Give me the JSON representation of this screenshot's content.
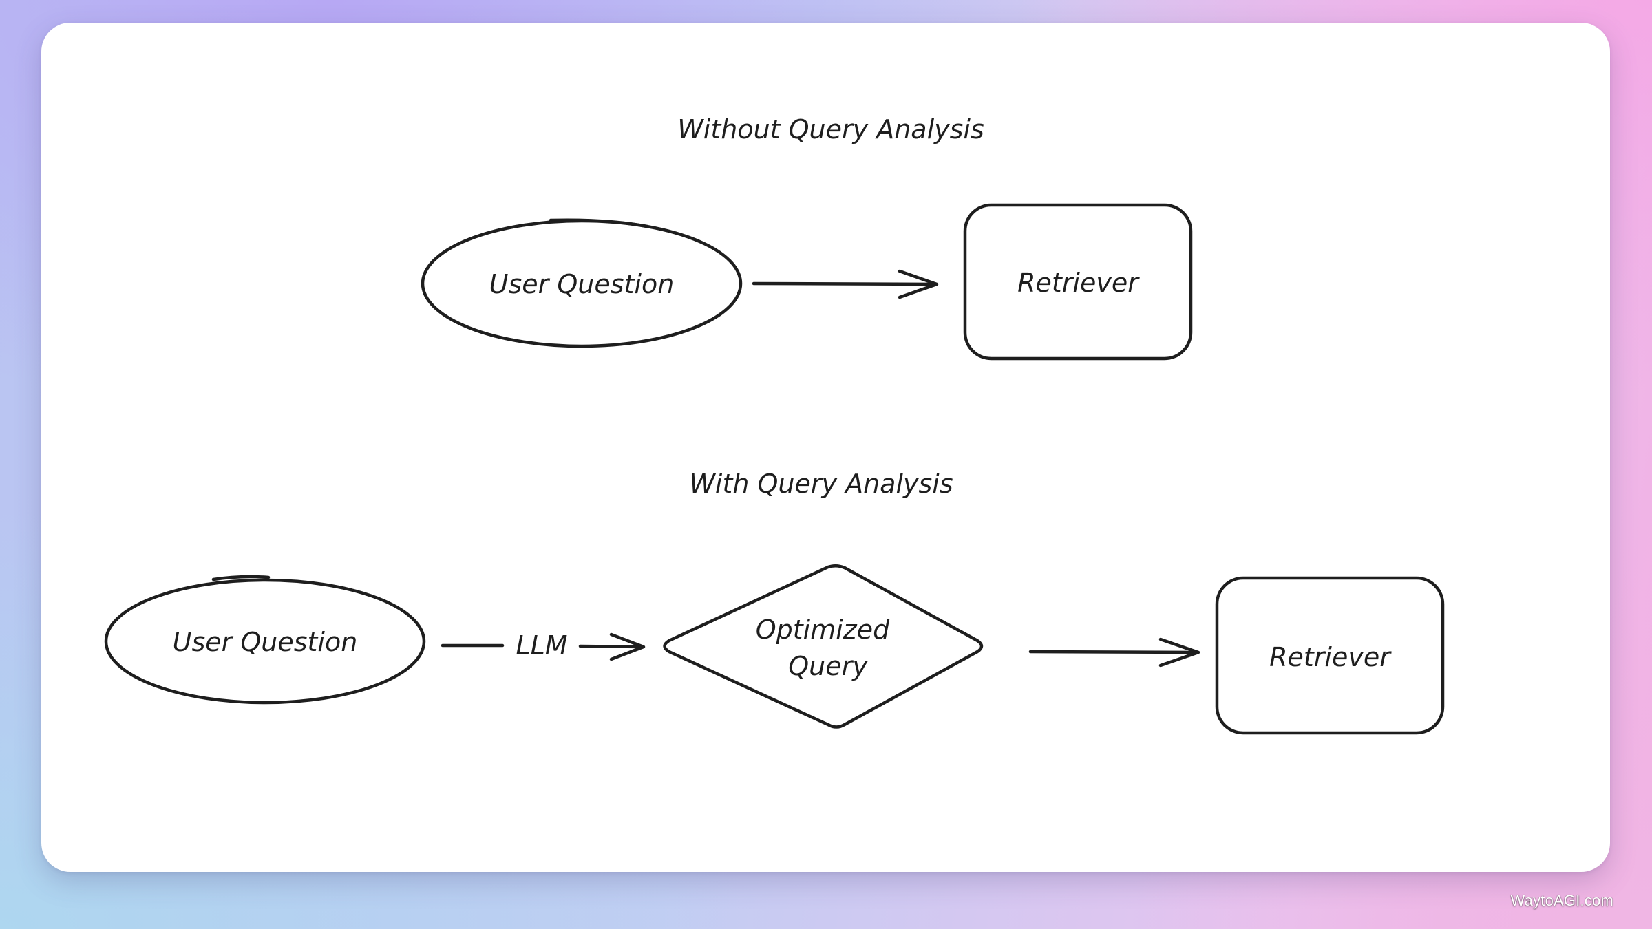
{
  "diagram": {
    "top_section": {
      "title": "Without Query Analysis",
      "question_node": "User Question",
      "retriever_node": "Retriever"
    },
    "bottom_section": {
      "title": "With Query Analysis",
      "question_node": "User Question",
      "edge_label": "LLM",
      "optimized_node_line1": "Optimized",
      "optimized_node_line2": "Query",
      "retriever_node": "Retriever"
    }
  },
  "watermark": "WaytoAGI.com",
  "colors": {
    "ink": "#1e1e1e",
    "card": "#ffffff"
  }
}
